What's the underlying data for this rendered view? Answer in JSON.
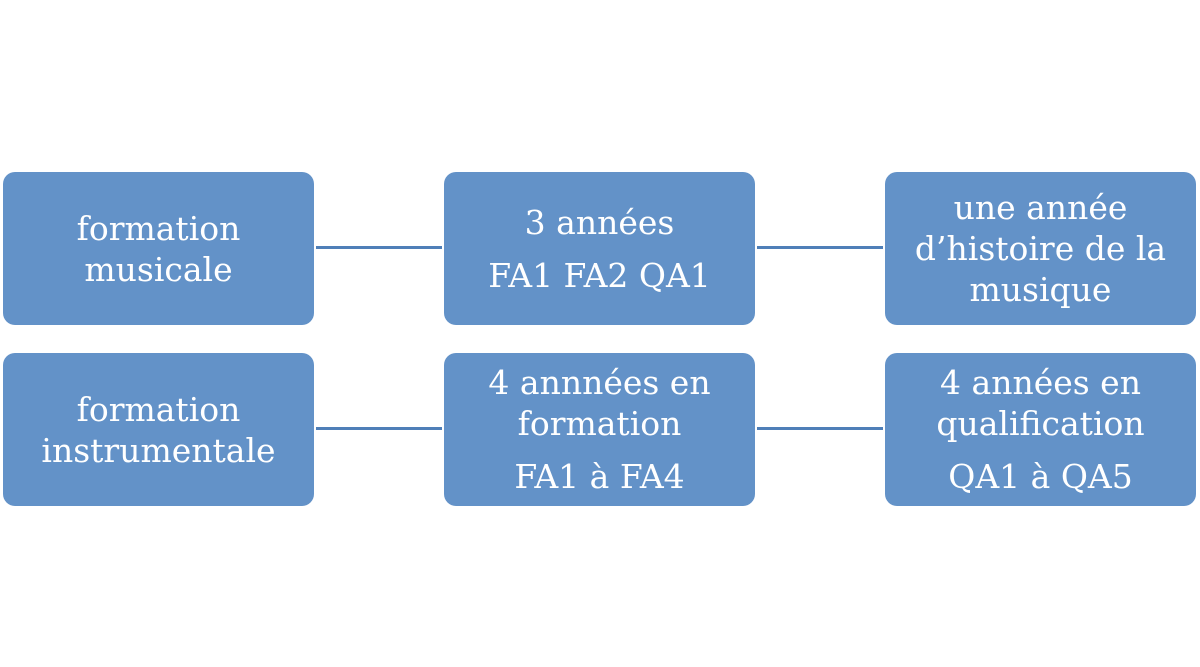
{
  "rows": [
    {
      "boxes": [
        {
          "lines": [
            "formation",
            "musicale"
          ]
        },
        {
          "lines": [
            "3 années"
          ],
          "sub": "FA1 FA2 QA1"
        },
        {
          "lines": [
            "une année",
            "d’histoire de la",
            "musique"
          ]
        }
      ]
    },
    {
      "boxes": [
        {
          "lines": [
            "formation",
            "instrumentale"
          ]
        },
        {
          "lines": [
            "4 annnées en",
            "formation"
          ],
          "sub": "FA1 à FA4"
        },
        {
          "lines": [
            "4 années en",
            "qualification"
          ],
          "sub": "QA1 à QA5"
        }
      ]
    }
  ],
  "colors": {
    "box_fill": "#6392c8",
    "box_text": "#ffffff",
    "connector": "#4f7fb8"
  }
}
